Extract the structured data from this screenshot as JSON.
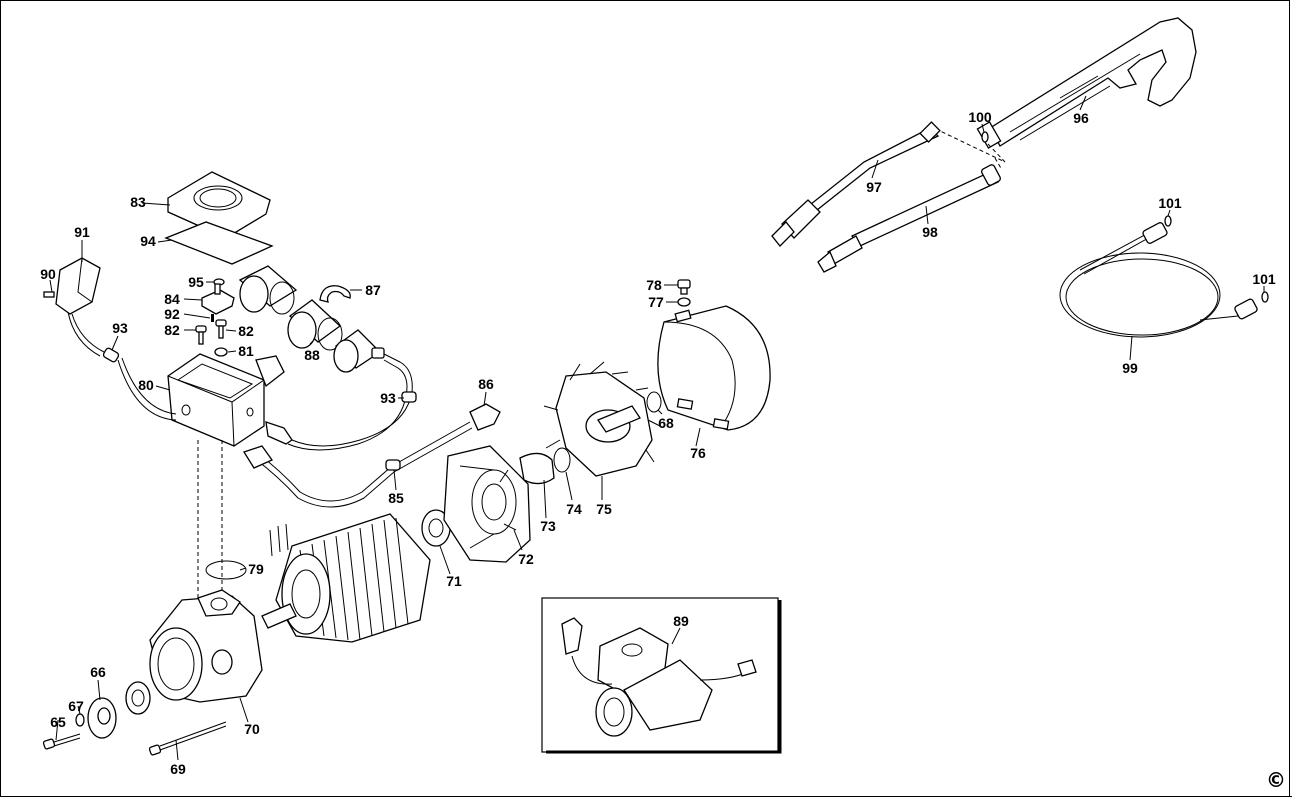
{
  "parts": [
    {
      "id": "p65",
      "label": "65"
    },
    {
      "id": "p66",
      "label": "66"
    },
    {
      "id": "p67",
      "label": "67"
    },
    {
      "id": "p68",
      "label": "68"
    },
    {
      "id": "p69",
      "label": "69"
    },
    {
      "id": "p70",
      "label": "70"
    },
    {
      "id": "p71",
      "label": "71"
    },
    {
      "id": "p72",
      "label": "72"
    },
    {
      "id": "p73",
      "label": "73"
    },
    {
      "id": "p74",
      "label": "74"
    },
    {
      "id": "p75",
      "label": "75"
    },
    {
      "id": "p76",
      "label": "76"
    },
    {
      "id": "p77",
      "label": "77"
    },
    {
      "id": "p78",
      "label": "78"
    },
    {
      "id": "p79",
      "label": "79"
    },
    {
      "id": "p80",
      "label": "80"
    },
    {
      "id": "p81",
      "label": "81"
    },
    {
      "id": "p82a",
      "label": "82"
    },
    {
      "id": "p82b",
      "label": "82"
    },
    {
      "id": "p83",
      "label": "83"
    },
    {
      "id": "p84",
      "label": "84"
    },
    {
      "id": "p85",
      "label": "85"
    },
    {
      "id": "p86",
      "label": "86"
    },
    {
      "id": "p87",
      "label": "87"
    },
    {
      "id": "p88",
      "label": "88"
    },
    {
      "id": "p89",
      "label": "89"
    },
    {
      "id": "p90",
      "label": "90"
    },
    {
      "id": "p91",
      "label": "91"
    },
    {
      "id": "p92",
      "label": "92"
    },
    {
      "id": "p93a",
      "label": "93"
    },
    {
      "id": "p93b",
      "label": "93"
    },
    {
      "id": "p94",
      "label": "94"
    },
    {
      "id": "p95",
      "label": "95"
    },
    {
      "id": "p96",
      "label": "96"
    },
    {
      "id": "p97",
      "label": "97"
    },
    {
      "id": "p98",
      "label": "98"
    },
    {
      "id": "p99",
      "label": "99"
    },
    {
      "id": "p100",
      "label": "100"
    },
    {
      "id": "p101a",
      "label": "101"
    },
    {
      "id": "p101b",
      "label": "101"
    }
  ],
  "copyright_symbol": "©"
}
